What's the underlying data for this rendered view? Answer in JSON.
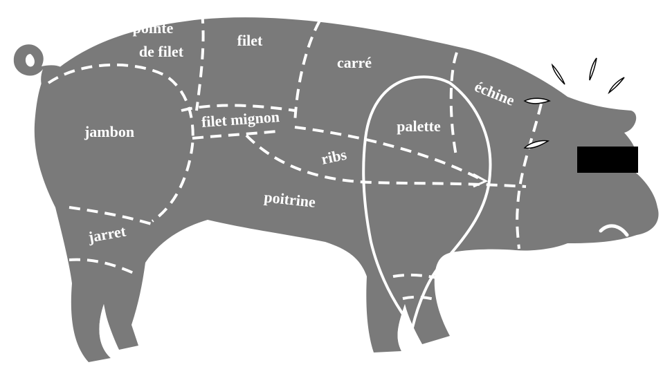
{
  "colors": {
    "body": "#7a7a7a",
    "lines": "#ffffff",
    "label": "#ffffff",
    "background": "#ffffff",
    "censor_bar": "#000000"
  },
  "cuts": {
    "pointe_de_filet_line1": "pointe",
    "pointe_de_filet_line2": "de filet",
    "filet": "filet",
    "carre": "carré",
    "echine": "échine",
    "jambon": "jambon",
    "filet_mignon": "filet mignon",
    "palette": "palette",
    "ribs": "ribs",
    "poitrine": "poitrine",
    "jarret": "jarret"
  }
}
